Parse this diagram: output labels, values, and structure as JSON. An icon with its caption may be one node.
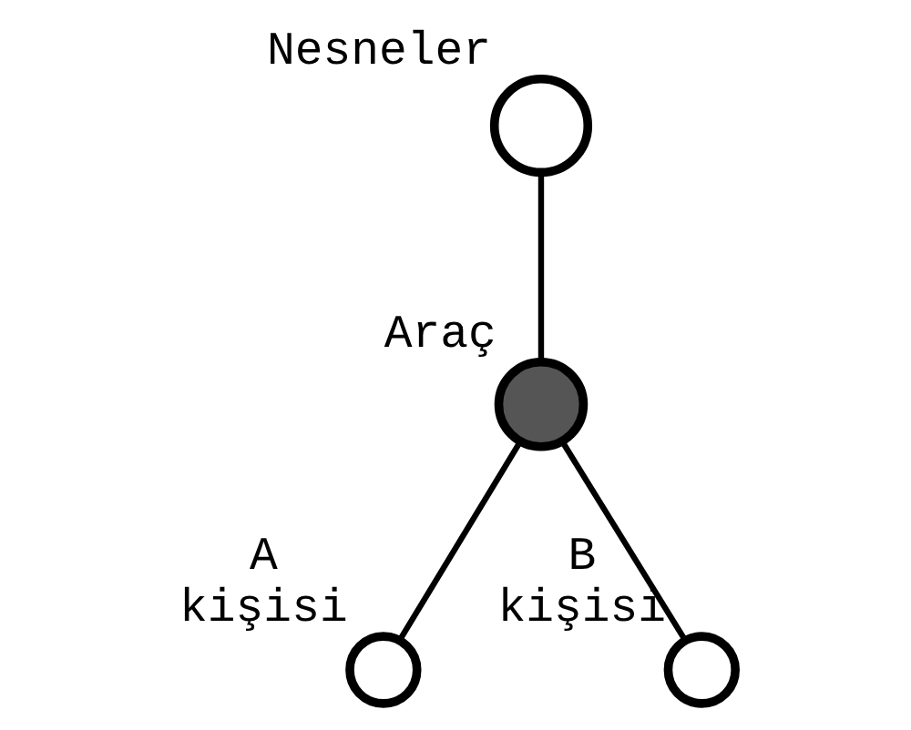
{
  "diagram": {
    "nodes": [
      {
        "text": [],
        "shape": "circle",
        "beside": [
          "Nesneler"
        ]
      },
      {
        "text": [],
        "shape": "circle",
        "beside": [
          "Araç"
        ]
      },
      {
        "text": [],
        "shape": "circle",
        "beside": [
          "A kişisi"
        ]
      },
      {
        "text": [],
        "shape": "circle",
        "beside": [
          "B kişisi"
        ]
      }
    ],
    "edges": [
      {
        "from": 0,
        "to": 1,
        "arrow": "none"
      },
      {
        "from": 1,
        "to": 2,
        "arrow": "none"
      },
      {
        "from": 1,
        "to": 3,
        "arrow": "none"
      }
    ]
  }
}
